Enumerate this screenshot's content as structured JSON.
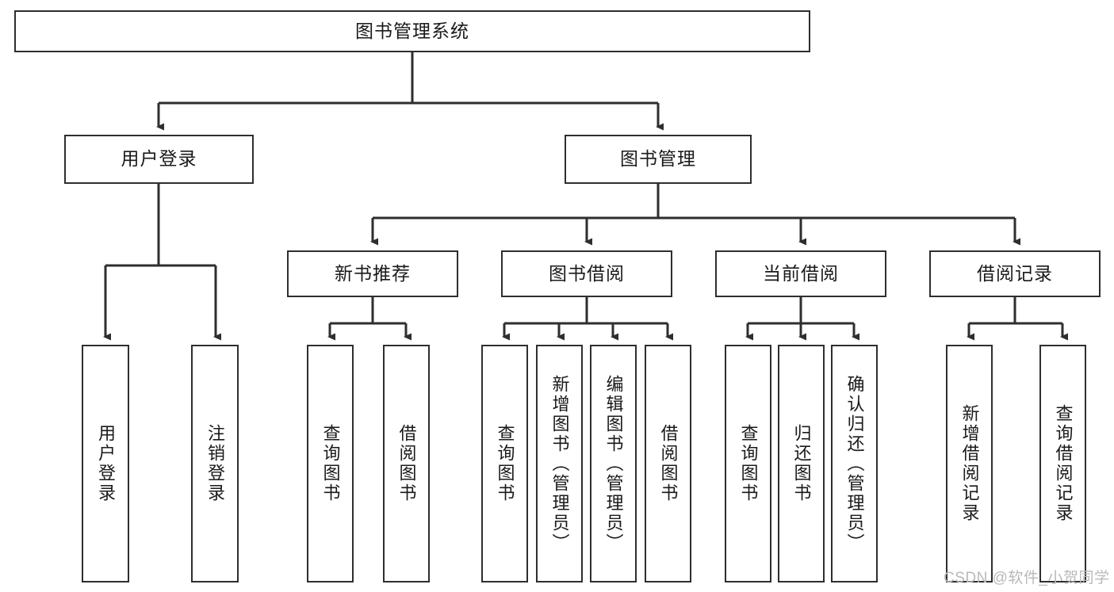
{
  "diagram": {
    "title": "图书管理系统",
    "root": {
      "label": "图书管理系统"
    },
    "level2": [
      {
        "label": "用户登录"
      },
      {
        "label": "图书管理"
      }
    ],
    "level3": [
      {
        "label": "新书推荐"
      },
      {
        "label": "图书借阅"
      },
      {
        "label": "当前借阅"
      },
      {
        "label": "借阅记录"
      }
    ],
    "leaves": {
      "user_login": [
        {
          "label": "用户登录"
        },
        {
          "label": "注销登录"
        }
      ],
      "new_book_recommend": [
        {
          "label": "查询图书"
        },
        {
          "label": "借阅图书"
        }
      ],
      "book_borrow": [
        {
          "label": "查询图书"
        },
        {
          "label": "新增图书（管理员）"
        },
        {
          "label": "编辑图书（管理员）"
        },
        {
          "label": "借阅图书"
        }
      ],
      "current_borrow": [
        {
          "label": "查询图书"
        },
        {
          "label": "归还图书"
        },
        {
          "label": "确认归还（管理员）"
        }
      ],
      "borrow_record": [
        {
          "label": "新增借阅记录"
        },
        {
          "label": "查询借阅记录"
        }
      ]
    }
  },
  "watermark": {
    "text": "CSDN @软件_小贺同学"
  },
  "colors": {
    "line": "#2e2e2e",
    "box_border": "#2e2e2e",
    "background": "#ffffff",
    "text": "#1a1a1a",
    "watermark": "#b9b9b9"
  }
}
